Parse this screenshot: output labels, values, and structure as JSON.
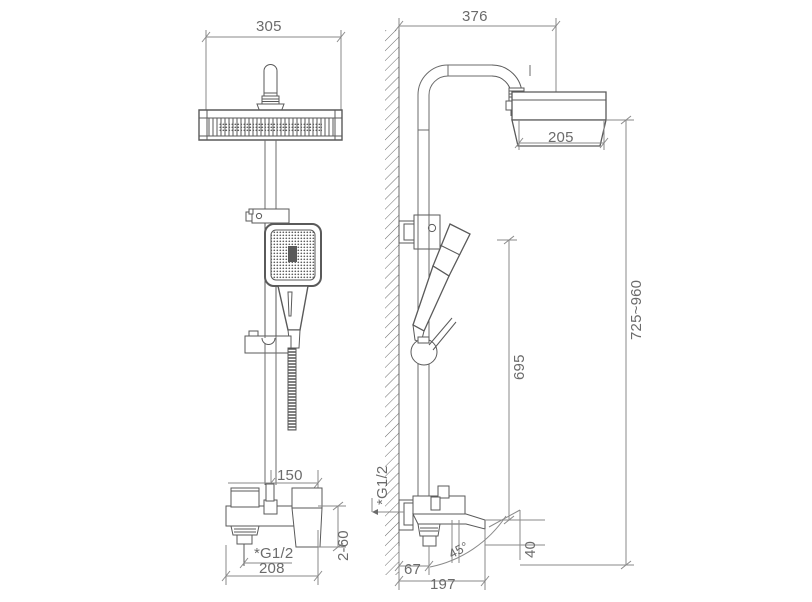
{
  "drawing": {
    "type": "technical-dimension-drawing",
    "subject": "shower column mixer set",
    "views": [
      {
        "name": "front-view",
        "position": "left"
      },
      {
        "name": "side-view",
        "position": "right"
      }
    ],
    "line_color": "#6b6b6b",
    "detail_color": "#5a5a5a",
    "background": "#ffffff"
  },
  "dimensions": {
    "front_overall_width": "305",
    "side_overall_reach": "376",
    "side_head_length": "205",
    "side_height_to_hose_bracket": "695",
    "side_adjustable_height": "725~960",
    "front_spout_offset": "150",
    "front_inlet_spacing": "208",
    "front_inlet_thread": "*G1/2",
    "front_outlet_note": "2-60",
    "side_inlet_thread": "*G1/2",
    "side_wall_to_valve": "67",
    "side_spout_reach": "197",
    "side_spout_drop": "40",
    "side_spout_angle": "45°"
  }
}
